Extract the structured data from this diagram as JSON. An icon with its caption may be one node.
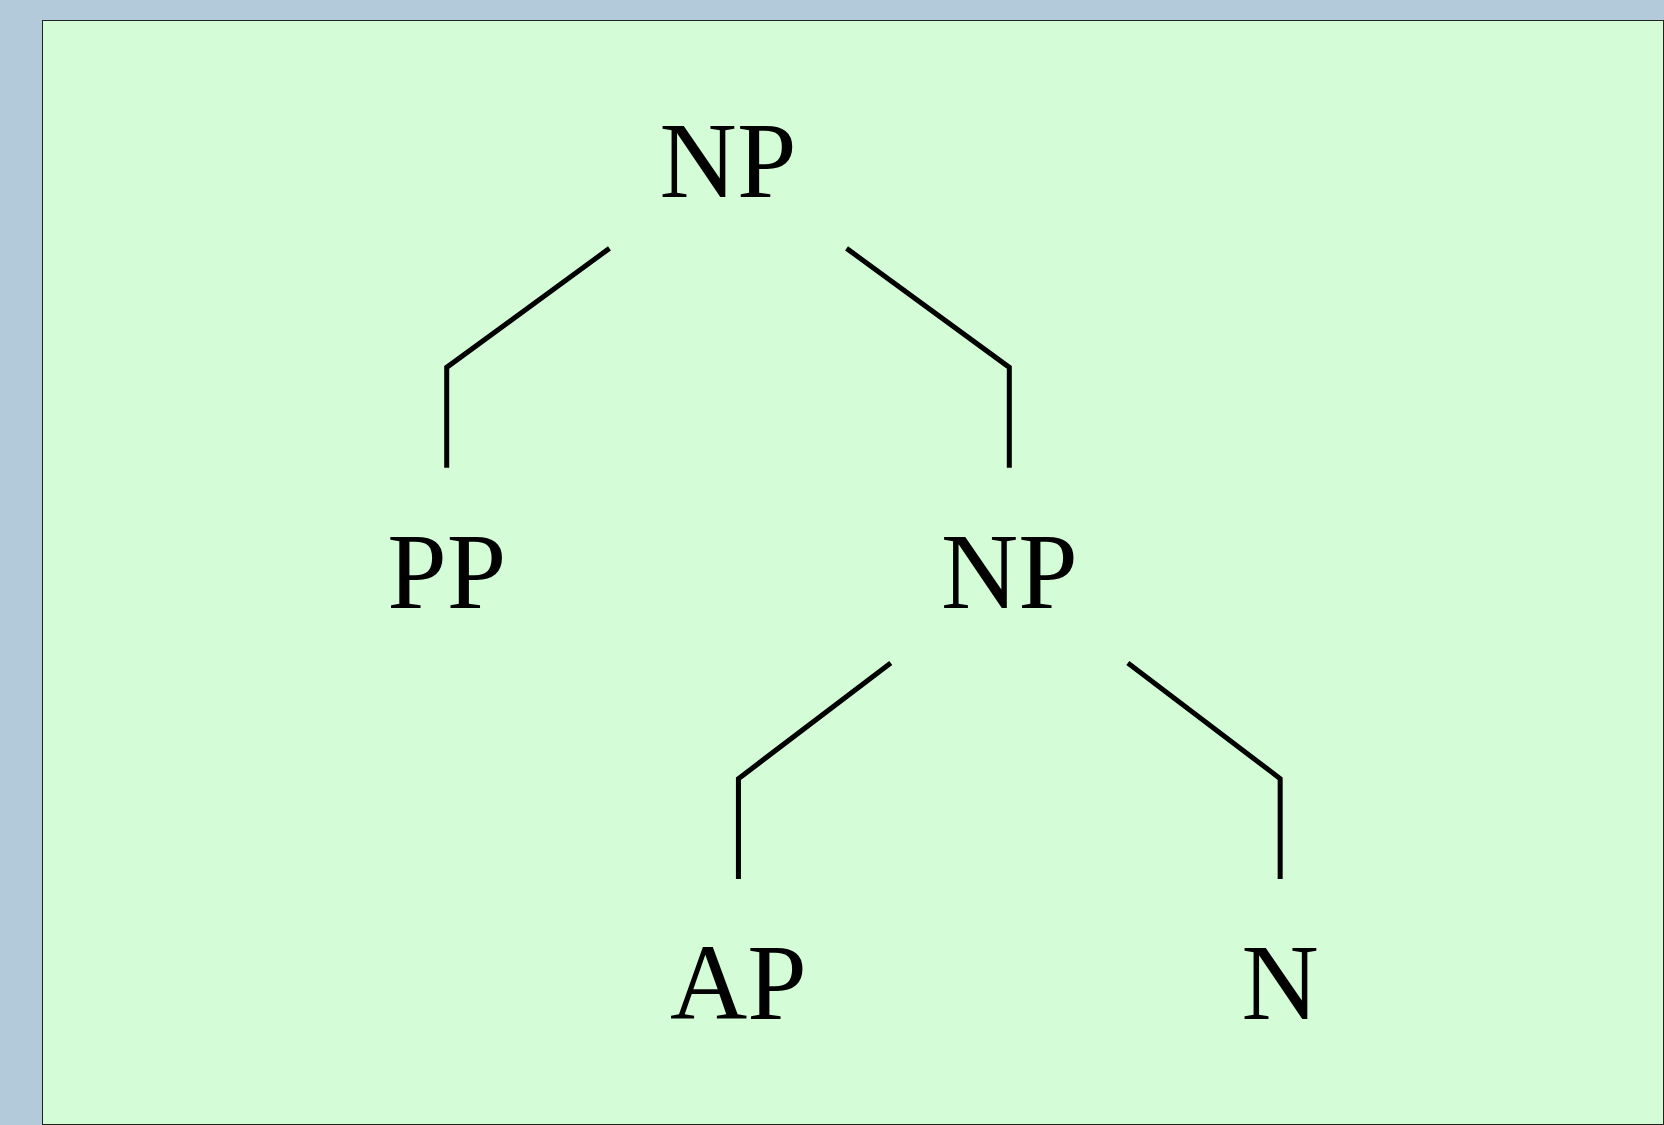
{
  "diagram": {
    "nodes": [
      {
        "text": [
          "NP"
        ]
      },
      {
        "text": [
          "PP"
        ]
      },
      {
        "text": [
          "NP"
        ]
      },
      {
        "text": [
          "AP"
        ]
      },
      {
        "text": [
          "N"
        ]
      }
    ],
    "edges": [
      {
        "from": 0,
        "to": 1,
        "arrow": "none"
      },
      {
        "from": 0,
        "to": 2,
        "arrow": "none"
      },
      {
        "from": 2,
        "to": 3,
        "arrow": "none"
      },
      {
        "from": 2,
        "to": 4,
        "arrow": "none"
      }
    ]
  }
}
